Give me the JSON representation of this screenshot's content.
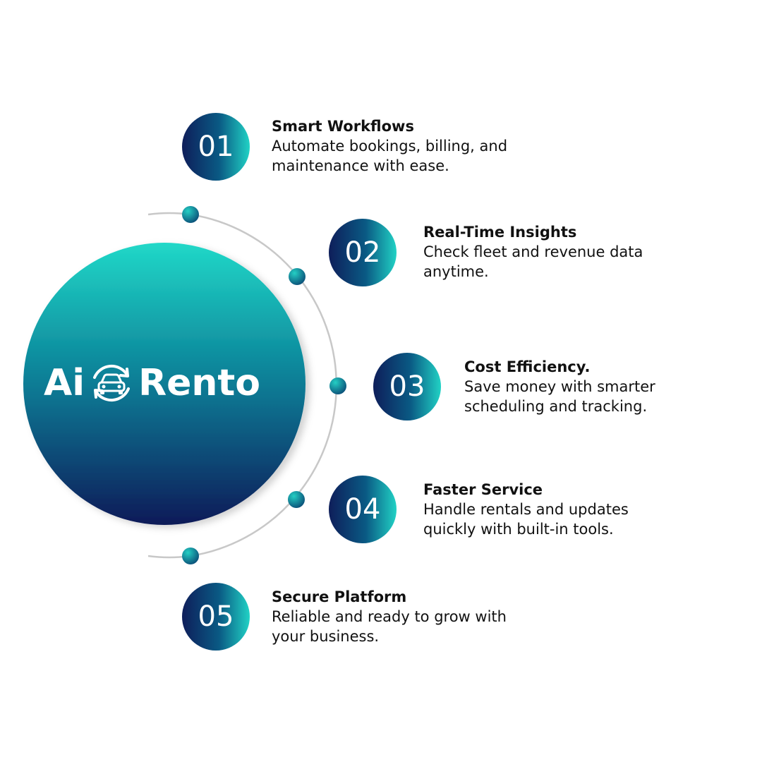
{
  "brand": {
    "word_left": "Ai",
    "word_right": "Rento",
    "car_badge_icon": "car-refresh-icon"
  },
  "colors": {
    "gradient_dark": "#0e1e5a",
    "gradient_mid": "#0a5a84",
    "gradient_light": "#21d2c5",
    "arc": "#c8c8c8",
    "text": "#111111"
  },
  "steps": [
    {
      "number": "01",
      "title": "Smart Workflows",
      "line1": "Automate bookings, billing, and",
      "line2": "maintenance with ease."
    },
    {
      "number": "02",
      "title": "Real-Time Insights",
      "line1": "Check fleet and revenue data",
      "line2": "anytime."
    },
    {
      "number": "03",
      "title": "Cost Efficiency.",
      "line1": "Save money with smarter",
      "line2": "scheduling and tracking."
    },
    {
      "number": "04",
      "title": "Faster Service",
      "line1": "Handle rentals and updates",
      "line2": "quickly with built-in tools."
    },
    {
      "number": "05",
      "title": "Secure Platform",
      "line1": "Reliable and ready to grow with",
      "line2": "your business."
    }
  ]
}
